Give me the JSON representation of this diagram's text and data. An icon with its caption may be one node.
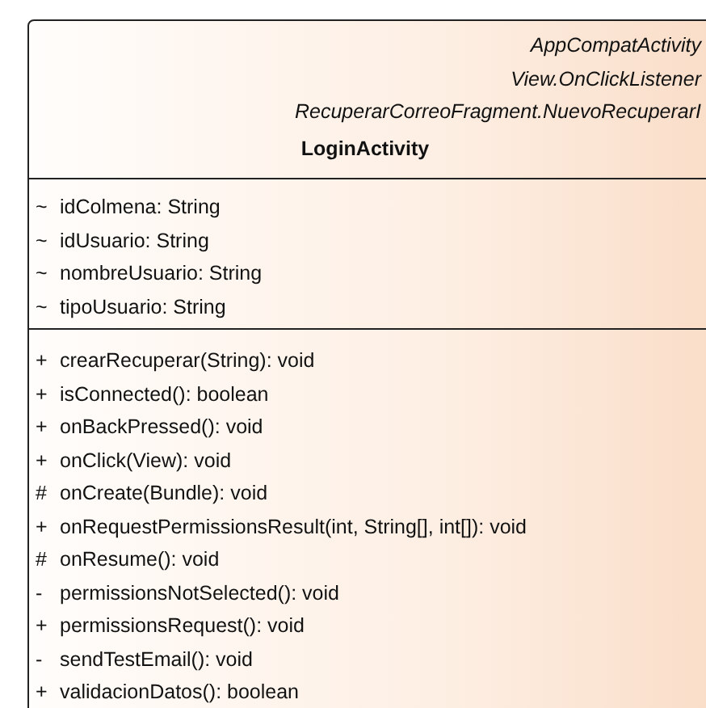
{
  "diagram": {
    "nodes": [
      {
        "text": [
          "AppCompatActivity",
          "View.OnClickListener",
          "RecuperarCorreoFragment.NuevoRecuperarI",
          "LoginActivity"
        ]
      },
      {
        "text": [
          "~ idColmena: String",
          "~ idUsuario: String",
          "~ nombreUsuario: String",
          "~ tipoUsuario: String"
        ],
        "in": 0
      },
      {
        "text": [
          "+ crearRecuperar(String): void",
          "+ isConnected(): boolean",
          "+ onBackPressed(): void",
          "+ onClick(View): void",
          "# onCreate(Bundle): void",
          "+ onRequestPermissionsResult(int, String[], int[]): void",
          "# onResume(): void",
          "- permissionsNotSelected(): void",
          "+ permissionsRequest(): void",
          "- sendTestEmail(): void",
          "+ validacionDatos(): boolean"
        ],
        "in": 0
      }
    ]
  }
}
